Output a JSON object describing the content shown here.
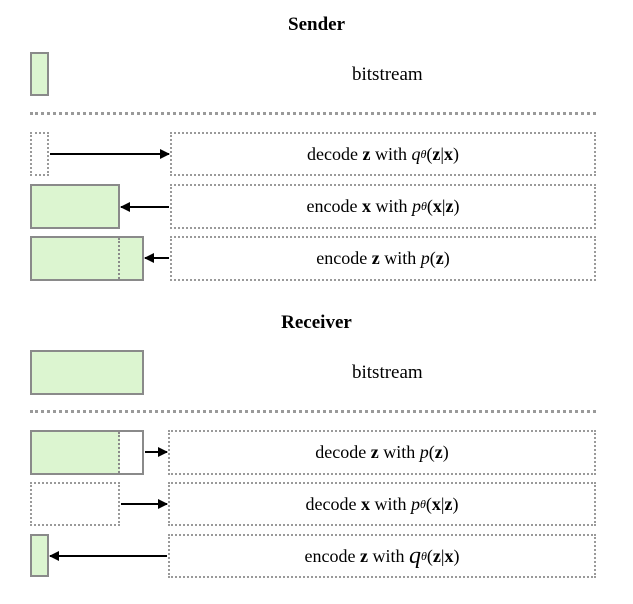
{
  "sender": {
    "title": "Sender",
    "bitstream_label": "bitstream",
    "steps": [
      {
        "verb": "decode",
        "var": "z",
        "with": "with",
        "dist": "q",
        "sub": "θ",
        "args": "(z|x)"
      },
      {
        "verb": "encode",
        "var": "x",
        "with": "with",
        "dist": "p",
        "sub": "θ",
        "args": "(x|z)"
      },
      {
        "verb": "encode",
        "var": "z",
        "with": "with",
        "dist": "p",
        "sub": "",
        "args": "(z)"
      }
    ]
  },
  "receiver": {
    "title": "Receiver",
    "bitstream_label": "bitstream",
    "steps": [
      {
        "verb": "decode",
        "var": "z",
        "with": "with",
        "dist": "p",
        "sub": "",
        "args": "(z)"
      },
      {
        "verb": "decode",
        "var": "x",
        "with": "with",
        "dist": "p",
        "sub": "θ",
        "args": "(x|z)"
      },
      {
        "verb": "encode",
        "var": "z",
        "with": "with",
        "dist": "q",
        "sub": "θ",
        "args": "(z|x)"
      }
    ]
  },
  "colors": {
    "fill": "#dcf5d0",
    "border": "#8a8a8a",
    "dotted": "#9a9a9a"
  }
}
